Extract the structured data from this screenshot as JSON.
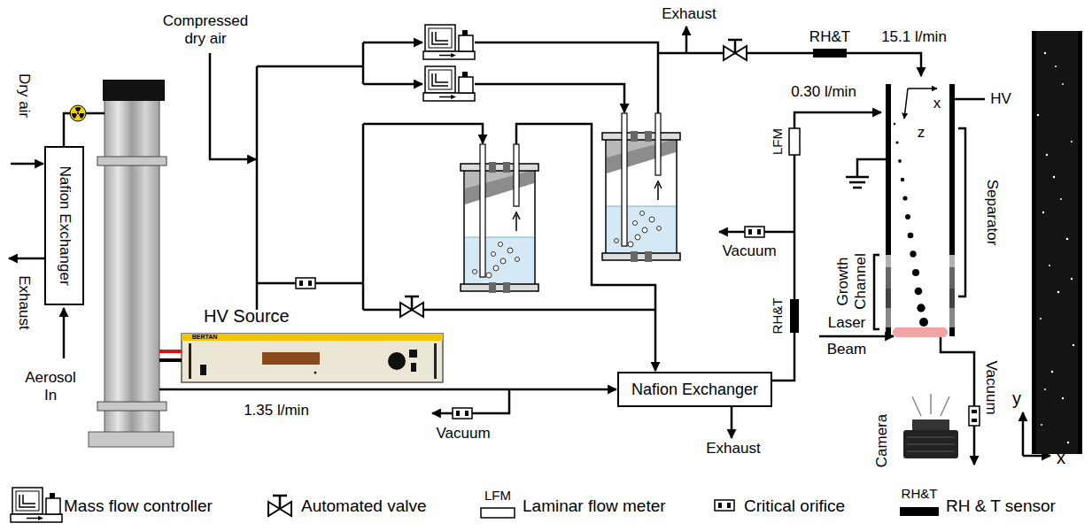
{
  "diagram": {
    "nodes": [
      {
        "text": [
          "Nafion Exchanger"
        ]
      },
      {
        "text": [
          "HV Source"
        ]
      },
      {
        "text": [
          "Nafion Exchanger"
        ]
      }
    ],
    "labels": [
      "Compressed dry air",
      "Exhaust",
      "RH&T",
      "15.1 l/min",
      "HV",
      "x",
      "0.30 l/min",
      "z",
      "LFM",
      "Separator",
      "Vacuum",
      "Growth Channel",
      "RH&T",
      "Laser Beam",
      "Dry air",
      "Exhaust",
      "Aerosol In",
      "BERTAN",
      "1.35 l/min",
      "Vacuum",
      "Exhaust",
      "Vacuum",
      "Camera",
      "y",
      "x",
      "LFM",
      "RH&T"
    ],
    "legend": [
      {
        "text": "Mass flow controller"
      },
      {
        "text": "Automated valve"
      },
      {
        "text": "Laminar flow meter"
      },
      {
        "text": "Critical orifice"
      },
      {
        "text": "RH & T sensor"
      }
    ]
  }
}
